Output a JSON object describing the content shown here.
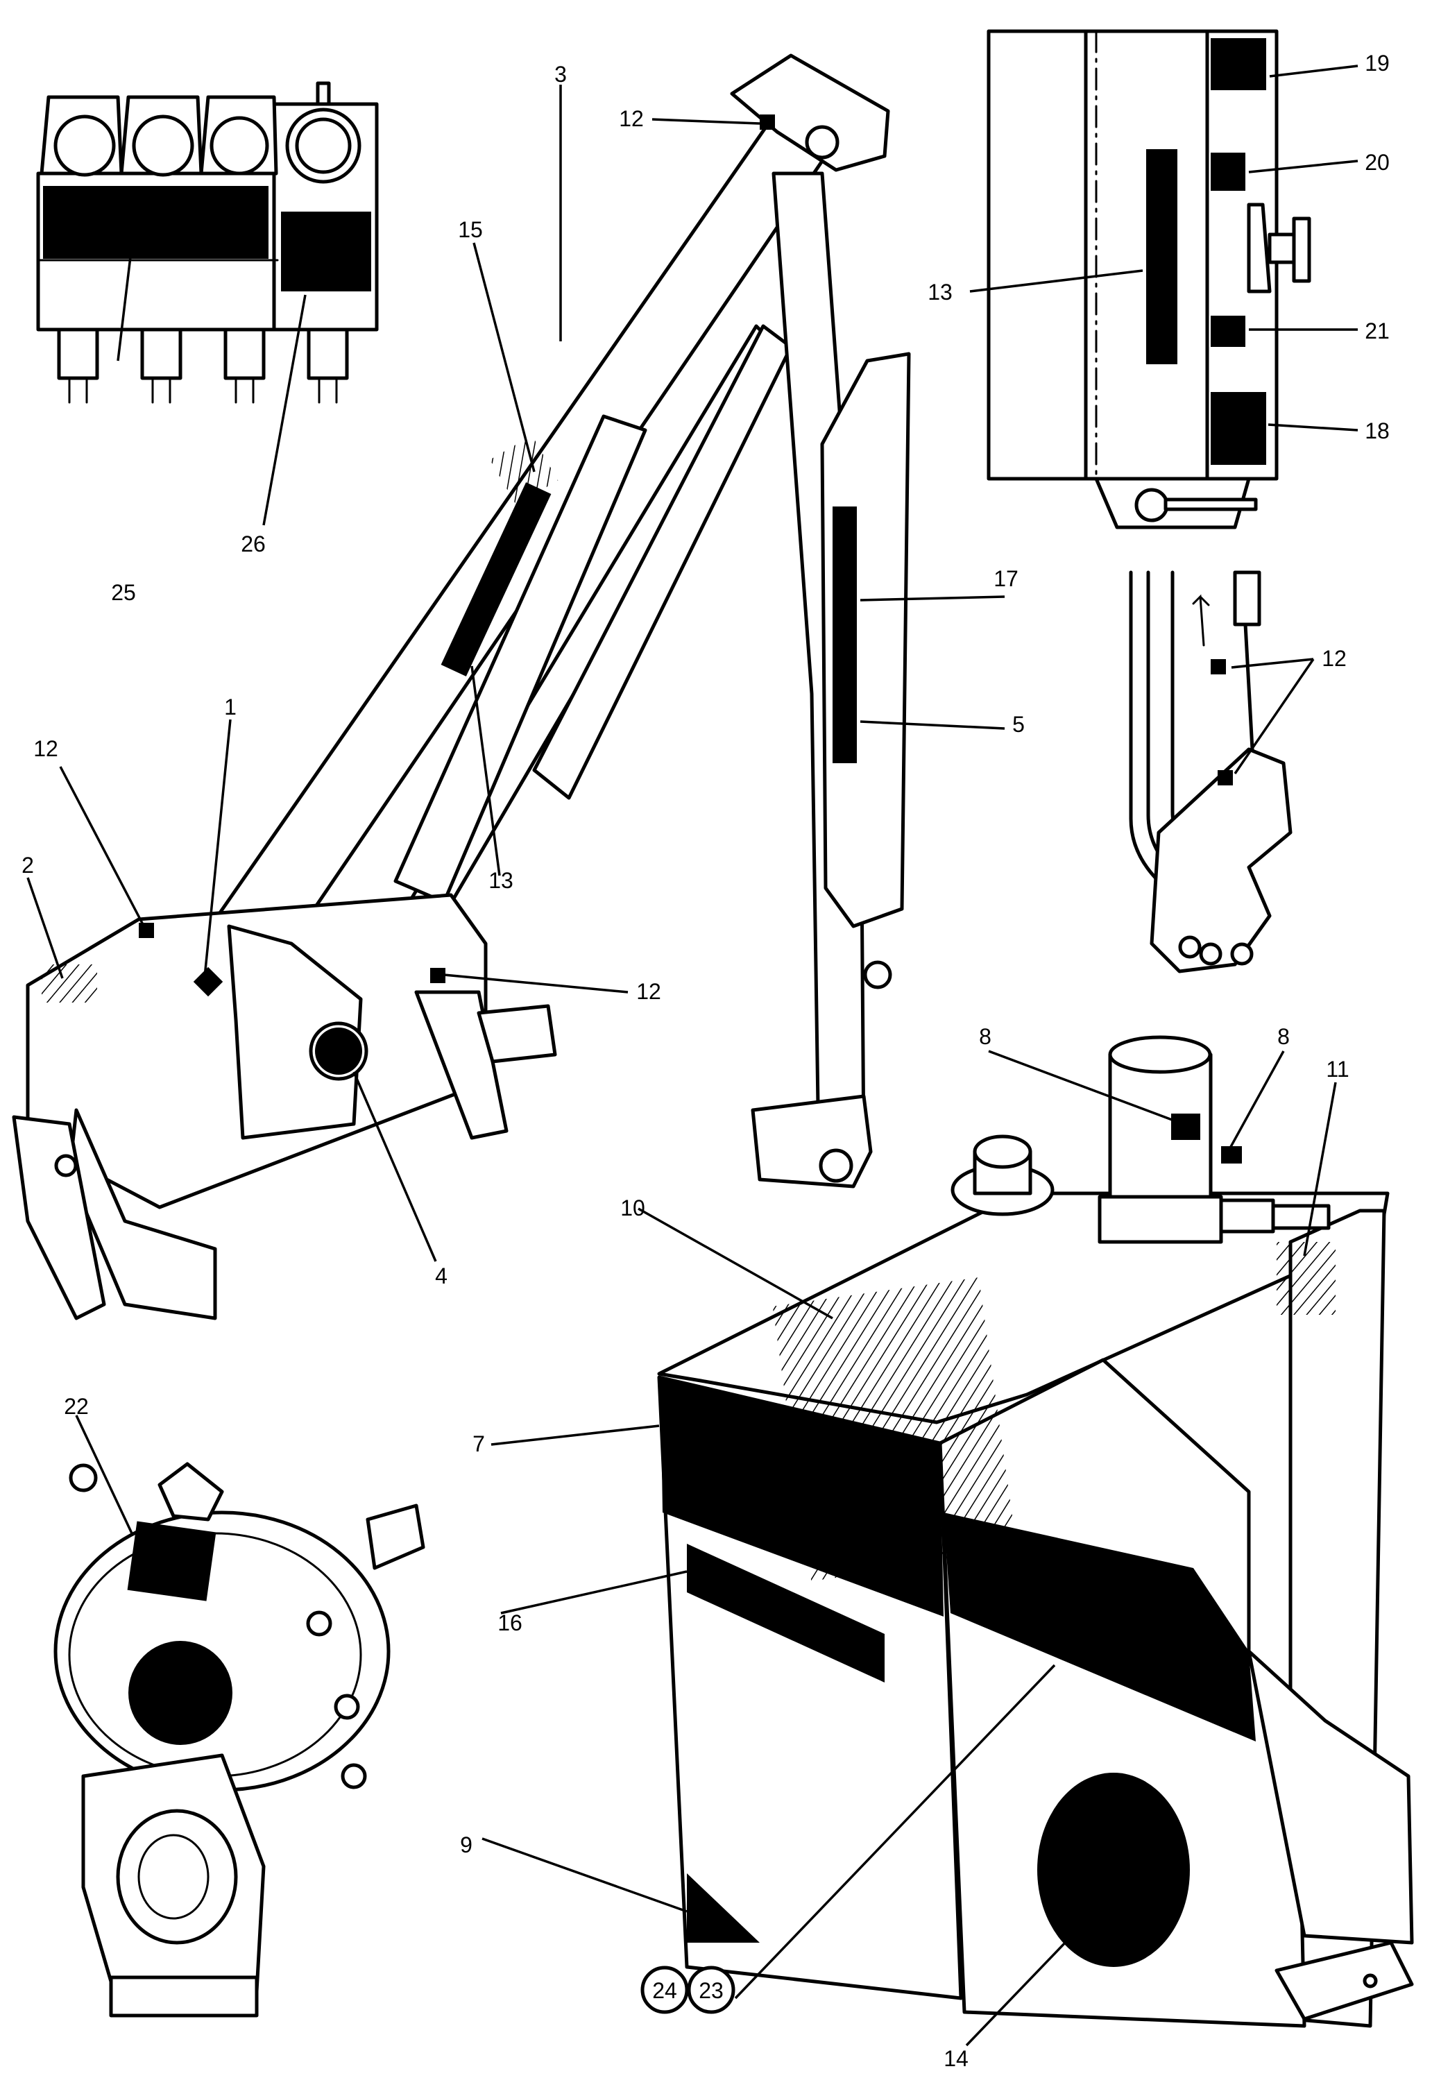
{
  "labels": {
    "l1": "1",
    "l2": "2",
    "l3": "3",
    "l4": "4",
    "l5": "5",
    "l7": "7",
    "l8a": "8",
    "l8b": "8",
    "l9": "9",
    "l10": "10",
    "l11": "11",
    "l12a": "12",
    "l12b": "12",
    "l12c": "12",
    "l12d": "12",
    "l13a": "13",
    "l13b": "13",
    "l14": "14",
    "l15": "15",
    "l16": "16",
    "l17": "17",
    "l18": "18",
    "l19": "19",
    "l20": "20",
    "l21": "21",
    "l22": "22",
    "l23": "23",
    "l24": "24",
    "l25": "25",
    "l26": "26"
  }
}
